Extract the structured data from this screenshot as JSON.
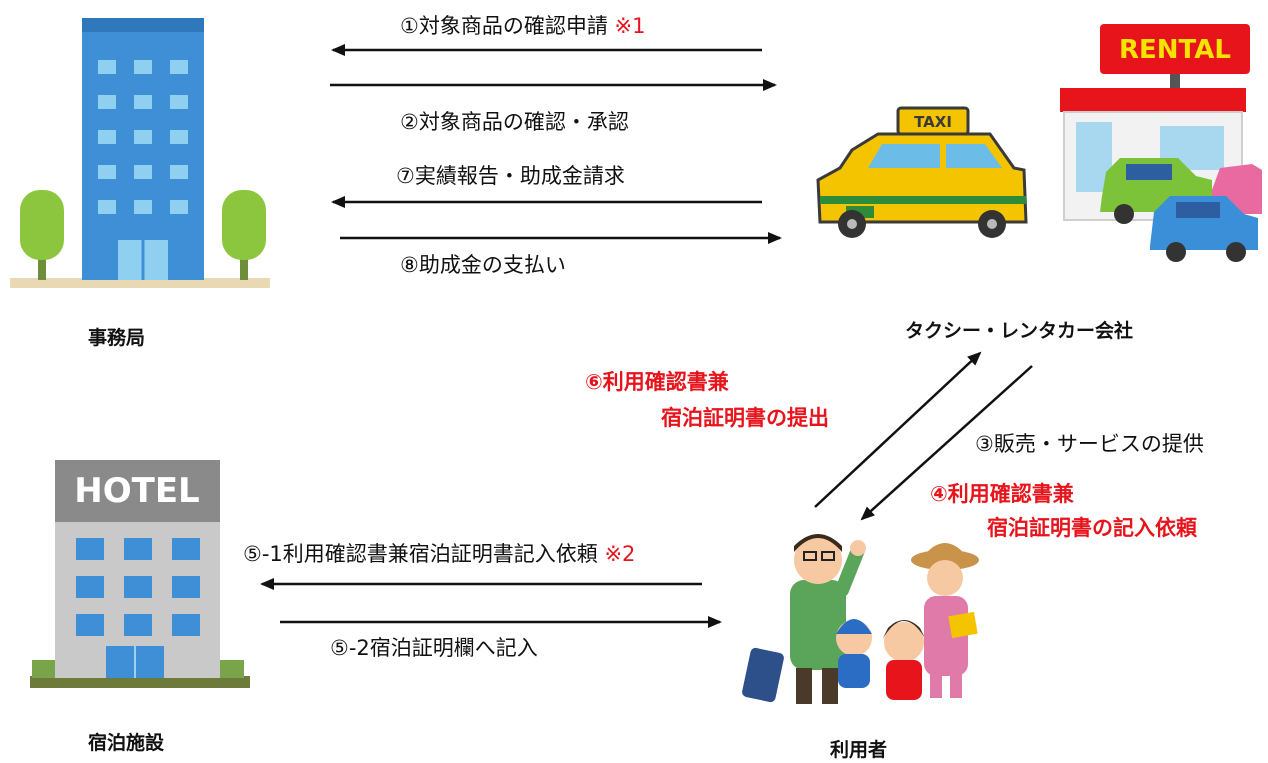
{
  "entities": {
    "office": "事務局",
    "taxi_rental": "タクシー・レンタカー会社",
    "hotel": "宿泊施設",
    "user": "利用者"
  },
  "signs": {
    "rental": "RENTAL",
    "taxi": "TAXI",
    "hotel": "HOTEL"
  },
  "flows": {
    "f1": {
      "text": "①対象商品の確認申請",
      "note": "※1"
    },
    "f2": "②対象商品の確認・承認",
    "f7": "⑦実績報告・助成金請求",
    "f8": "⑧助成金の支払い",
    "f6": {
      "line1": "⑥利用確認書兼",
      "line2": "宿泊証明書の提出"
    },
    "f3": "③販売・サービスの提供",
    "f4": {
      "line1": "④利用確認書兼",
      "line2": "宿泊証明書の記入依頼"
    },
    "f5_1": {
      "text": "⑤-1利用確認書兼宿泊証明書記入依頼",
      "note": "※2"
    },
    "f5_2": "⑤-2宿泊証明欄へ記入"
  },
  "colors": {
    "accent_red": "#e8141c",
    "arrow": "#111111",
    "office_blue": "#3f8fd6",
    "taxi_yellow": "#f5c400",
    "hotel_gray": "#c9c9c9"
  }
}
